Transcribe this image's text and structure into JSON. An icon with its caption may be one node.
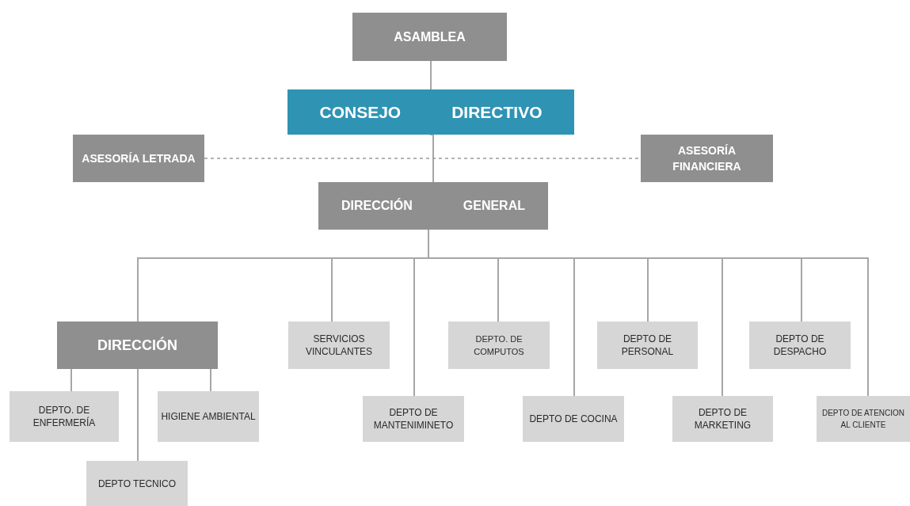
{
  "diagram": {
    "nodes": [
      {
        "text": [
          "ASAMBLEA"
        ]
      },
      {
        "text": [
          "CONSEJO",
          "DIRECTIVO"
        ]
      },
      {
        "text": [
          "ASESORÍA LETRADA"
        ]
      },
      {
        "text": [
          "ASESORÍA FINANCIERA"
        ]
      },
      {
        "text": [
          "DIRECCIÓN",
          "GENERAL"
        ]
      },
      {
        "text": [
          "DIRECCIÓN"
        ]
      },
      {
        "text": [
          "DEPTO. DE ENFERMERÍA"
        ]
      },
      {
        "text": [
          "HIGIENE AMBIENTAL"
        ]
      },
      {
        "text": [
          "DEPTO TECNICO"
        ]
      },
      {
        "text": [
          "SERVICIOS VINCULANTES"
        ]
      },
      {
        "text": [
          "DEPTO DE MANTENIMINETO"
        ]
      },
      {
        "text": [
          "DEPTO. DE COMPUTOS"
        ]
      },
      {
        "text": [
          "DEPTO DE COCINA"
        ]
      },
      {
        "text": [
          "DEPTO DE PERSONAL"
        ]
      },
      {
        "text": [
          "DEPTO DE MARKETING"
        ]
      },
      {
        "text": [
          "DEPTO DE DESPACHO"
        ]
      },
      {
        "text": [
          "DEPTO DE ATENCION AL CLIENTE"
        ]
      }
    ],
    "edges": [
      {
        "from": 0,
        "to": 1,
        "arrow": "none"
      },
      {
        "from": 1,
        "to": 4,
        "arrow": "none"
      },
      {
        "from": 2,
        "to": 3,
        "arrow": "none",
        "style": "dashed"
      },
      {
        "from": 4,
        "to": 5,
        "arrow": "none"
      },
      {
        "from": 4,
        "to": 9,
        "arrow": "none"
      },
      {
        "from": 4,
        "to": 10,
        "arrow": "none"
      },
      {
        "from": 4,
        "to": 11,
        "arrow": "none"
      },
      {
        "from": 4,
        "to": 12,
        "arrow": "none"
      },
      {
        "from": 4,
        "to": 13,
        "arrow": "none"
      },
      {
        "from": 4,
        "to": 14,
        "arrow": "none"
      },
      {
        "from": 4,
        "to": 15,
        "arrow": "none"
      },
      {
        "from": 4,
        "to": 16,
        "arrow": "none"
      },
      {
        "from": 5,
        "to": 6,
        "arrow": "none"
      },
      {
        "from": 5,
        "to": 7,
        "arrow": "none"
      },
      {
        "from": 5,
        "to": 8,
        "arrow": "none"
      }
    ]
  }
}
